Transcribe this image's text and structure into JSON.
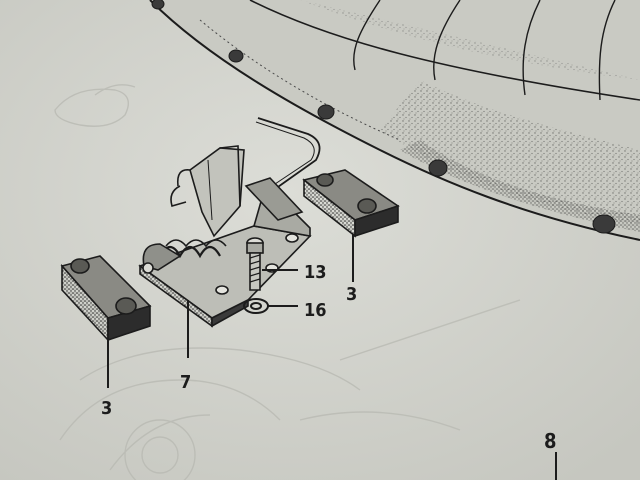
{
  "callouts": {
    "block_right": "3",
    "block_left": "3",
    "hinge": "7",
    "bolt": "13",
    "washer": "16",
    "seat": "8"
  },
  "colors": {
    "paper": "#d4d5cf",
    "ink": "#1c1c1c"
  }
}
